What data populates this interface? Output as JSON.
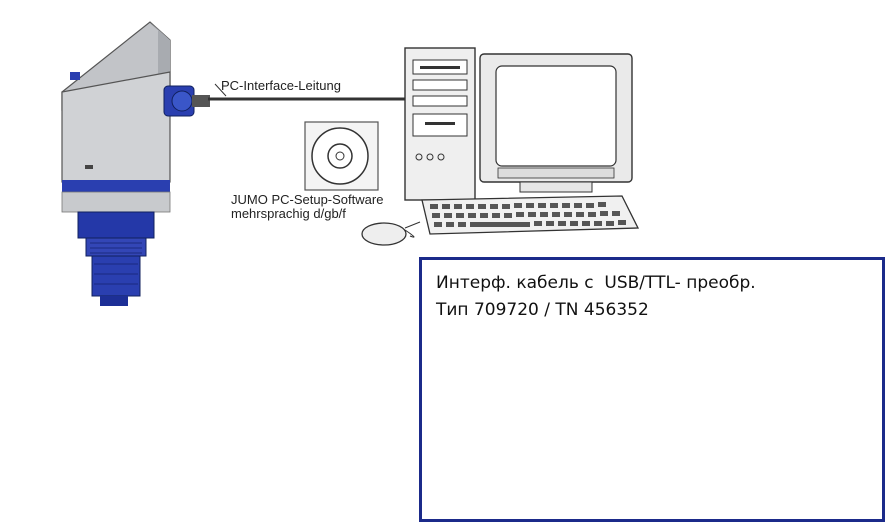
{
  "labels": {
    "cable": "PC-Interface-Leitung",
    "software_line1": "JUMO PC-Setup-Software",
    "software_line2": "mehrsprachig d/gb/f"
  },
  "usb_cable_box": {
    "line1": "Интерф. кабель с  USB/TTL- преобр.",
    "line2": "Тип 709720 / TN 456352"
  },
  "colors": {
    "box_border": "#1b2a8a",
    "device_blue": "#2a3fb0",
    "device_body": "#c7c9cc"
  }
}
